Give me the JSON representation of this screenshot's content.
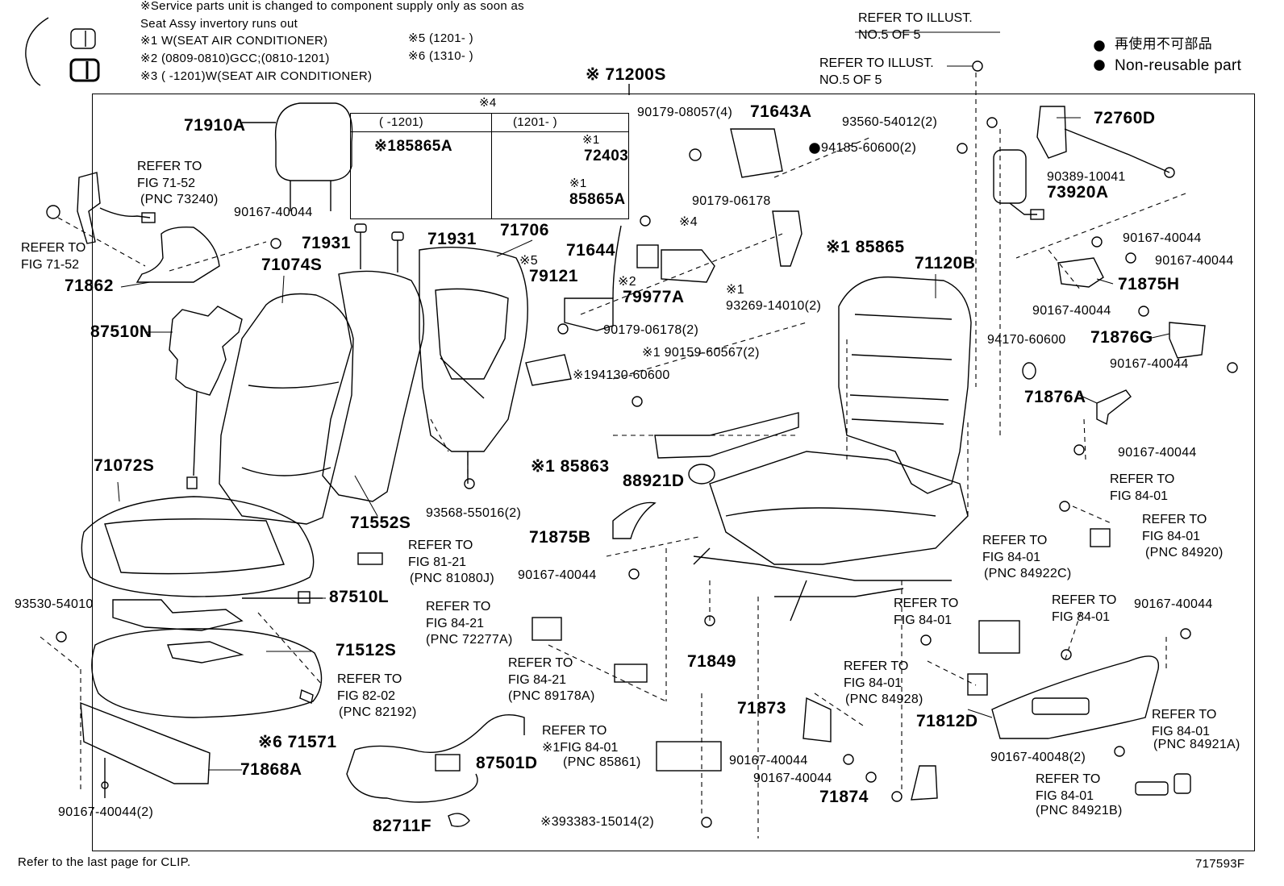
{
  "header": {
    "notes": [
      "※Service parts unit is changed to component supply only as soon as",
      "Seat Assy invertory runs out",
      "※1 W(SEAT AIR CONDITIONER)",
      "※2 (0809-0810)GCC;(0810-1201)",
      "※3 (      -1201)W(SEAT AIR CONDITIONER)"
    ],
    "notes_right": [
      "※5 (1201-      )",
      "※6 (1310-      )"
    ],
    "assembly": "※ 71200S",
    "refer_top": [
      "REFER TO ILLUST.\nNO.5 OF 5",
      "REFER TO ILLUST.\nNO.5 OF 5"
    ],
    "legend": [
      "再使用不可部品",
      "Non-reusable part"
    ]
  },
  "subbox": {
    "group": "※4",
    "col1": "(     -1201)",
    "col2": "(1201-      )",
    "part_a": "※185865A",
    "part_b": "72403",
    "part_b_mark": "※1",
    "part_c": "85865A",
    "part_c_mark": "※1"
  },
  "labels": [
    {
      "k": "p1",
      "text": "71910A",
      "cls": "pn"
    },
    {
      "k": "p2",
      "text": "REFER TO\nFIG 71-52",
      "cls": "ref"
    },
    {
      "k": "p3",
      "text": "(PNC 73240)",
      "cls": "pns"
    },
    {
      "k": "p4",
      "text": "90167-40044",
      "cls": "pns"
    },
    {
      "k": "p5",
      "text": "REFER TO\nFIG 71-52",
      "cls": "ref"
    },
    {
      "k": "p6",
      "text": "71074S",
      "cls": "pn"
    },
    {
      "k": "p7",
      "text": "71931",
      "cls": "pn"
    },
    {
      "k": "p8",
      "text": "71931",
      "cls": "pn"
    },
    {
      "k": "p9",
      "text": "71706",
      "cls": "pn"
    },
    {
      "k": "p10",
      "text": "71862",
      "cls": "pn"
    },
    {
      "k": "p11",
      "text": "※5",
      "cls": "pns"
    },
    {
      "k": "p12",
      "text": "79121",
      "cls": "pn"
    },
    {
      "k": "p13",
      "text": "87510N",
      "cls": "pn"
    },
    {
      "k": "p14",
      "text": "71072S",
      "cls": "pn"
    },
    {
      "k": "p15",
      "text": "71552S",
      "cls": "pn"
    },
    {
      "k": "p16",
      "text": "93568-55016(2)",
      "cls": "pns"
    },
    {
      "k": "p17",
      "text": "REFER TO\nFIG 81-21",
      "cls": "ref"
    },
    {
      "k": "p18",
      "text": "(PNC 81080J)",
      "cls": "pns"
    },
    {
      "k": "p19",
      "text": "93530-54010",
      "cls": "pns"
    },
    {
      "k": "p20",
      "text": "87510L",
      "cls": "pn"
    },
    {
      "k": "p21",
      "text": "REFER TO\nFIG 84-21",
      "cls": "ref"
    },
    {
      "k": "p22",
      "text": "(PNC 72277A)",
      "cls": "pns"
    },
    {
      "k": "p23",
      "text": "71512S",
      "cls": "pn"
    },
    {
      "k": "p24",
      "text": "REFER TO\nFIG 84-21",
      "cls": "ref"
    },
    {
      "k": "p25",
      "text": "(PNC 89178A)",
      "cls": "pns"
    },
    {
      "k": "p26",
      "text": "REFER TO\nFIG 82-02",
      "cls": "ref"
    },
    {
      "k": "p27",
      "text": "(PNC 82192)",
      "cls": "pns"
    },
    {
      "k": "p28",
      "text": "※6 71571",
      "cls": "pn"
    },
    {
      "k": "p29",
      "text": "71868A",
      "cls": "pn"
    },
    {
      "k": "p30",
      "text": "87501D",
      "cls": "pn"
    },
    {
      "k": "p31",
      "text": "REFER TO\n※1FIG 84-01",
      "cls": "ref"
    },
    {
      "k": "p32",
      "text": "(PNC 85861)",
      "cls": "pns"
    },
    {
      "k": "p33",
      "text": "90167-40044(2)",
      "cls": "pns"
    },
    {
      "k": "p34",
      "text": "82711F",
      "cls": "pn"
    },
    {
      "k": "p35",
      "text": "※393383-15014(2)",
      "cls": "pns"
    },
    {
      "k": "p36",
      "text": "90179-08057(4)",
      "cls": "pns"
    },
    {
      "k": "p37",
      "text": "71643A",
      "cls": "pn"
    },
    {
      "k": "p38",
      "text": "90179-06178",
      "cls": "pns"
    },
    {
      "k": "p39",
      "text": "※4",
      "cls": "pns"
    },
    {
      "k": "p40",
      "text": "71644",
      "cls": "pn"
    },
    {
      "k": "p41",
      "text": "※2",
      "cls": "pns"
    },
    {
      "k": "p42",
      "text": "79977A",
      "cls": "pn"
    },
    {
      "k": "p43",
      "text": "※1",
      "cls": "pns"
    },
    {
      "k": "p44",
      "text": "93269-14010(2)",
      "cls": "pns"
    },
    {
      "k": "p45",
      "text": "90179-06178(2)",
      "cls": "pns"
    },
    {
      "k": "p46",
      "text": "※1 90159-60567(2)",
      "cls": "pns"
    },
    {
      "k": "p47",
      "text": "※194130-60600",
      "cls": "pns"
    },
    {
      "k": "p48",
      "text": "※1 85863",
      "cls": "pn"
    },
    {
      "k": "p49",
      "text": "88921D",
      "cls": "pn"
    },
    {
      "k": "p50",
      "text": "71875B",
      "cls": "pn"
    },
    {
      "k": "p51",
      "text": "90167-40044",
      "cls": "pns"
    },
    {
      "k": "p52",
      "text": "71849",
      "cls": "pn"
    },
    {
      "k": "p53",
      "text": "※1 85865",
      "cls": "pn"
    },
    {
      "k": "p54",
      "text": "71120B",
      "cls": "pn"
    },
    {
      "k": "p55",
      "text": "93560-54012(2)",
      "cls": "pns"
    },
    {
      "k": "p56",
      "text": "94185-60600(2)",
      "cls": "pns"
    },
    {
      "k": "p57",
      "text": "72760D",
      "cls": "pn"
    },
    {
      "k": "p58",
      "text": "90389-10041",
      "cls": "pns"
    },
    {
      "k": "p59",
      "text": "73920A",
      "cls": "pn"
    },
    {
      "k": "p60",
      "text": "90167-40044",
      "cls": "pns"
    },
    {
      "k": "p61",
      "text": "90167-40044",
      "cls": "pns"
    },
    {
      "k": "p62",
      "text": "71875H",
      "cls": "pn"
    },
    {
      "k": "p63",
      "text": "90167-40044",
      "cls": "pns"
    },
    {
      "k": "p64",
      "text": "71876G",
      "cls": "pn"
    },
    {
      "k": "p65",
      "text": "94170-60600",
      "cls": "pns"
    },
    {
      "k": "p66",
      "text": "90167-40044",
      "cls": "pns"
    },
    {
      "k": "p67",
      "text": "71876A",
      "cls": "pn"
    },
    {
      "k": "p68",
      "text": "90167-40044",
      "cls": "pns"
    },
    {
      "k": "p69",
      "text": "REFER TO\nFIG 84-01",
      "cls": "ref"
    },
    {
      "k": "p70",
      "text": "REFER TO\nFIG 84-01",
      "cls": "ref"
    },
    {
      "k": "p71",
      "text": "(PNC 84920)",
      "cls": "pns"
    },
    {
      "k": "p72",
      "text": "REFER TO\nFIG 84-01",
      "cls": "ref"
    },
    {
      "k": "p73",
      "text": "(PNC 84922C)",
      "cls": "pns"
    },
    {
      "k": "p74",
      "text": "REFER TO\nFIG 84-01",
      "cls": "ref"
    },
    {
      "k": "p75",
      "text": "REFER TO\nFIG 84-01",
      "cls": "ref"
    },
    {
      "k": "p76",
      "text": "90167-40044",
      "cls": "pns"
    },
    {
      "k": "p77",
      "text": "REFER TO\nFIG 84-01",
      "cls": "ref"
    },
    {
      "k": "p78",
      "text": "(PNC 84928)",
      "cls": "pns"
    },
    {
      "k": "p79",
      "text": "71873",
      "cls": "pn"
    },
    {
      "k": "p80",
      "text": "71812D",
      "cls": "pn"
    },
    {
      "k": "p81",
      "text": "REFER TO\nFIG 84-01",
      "cls": "ref"
    },
    {
      "k": "p82",
      "text": "(PNC 84921A)",
      "cls": "pns"
    },
    {
      "k": "p83",
      "text": "90167-40044",
      "cls": "pns"
    },
    {
      "k": "p84",
      "text": "90167-40044",
      "cls": "pns"
    },
    {
      "k": "p85",
      "text": "90167-40048(2)",
      "cls": "pns"
    },
    {
      "k": "p86",
      "text": "71874",
      "cls": "pn"
    },
    {
      "k": "p87",
      "text": "REFER TO\nFIG 84-01",
      "cls": "ref"
    },
    {
      "k": "p88",
      "text": "(PNC 84921B)",
      "cls": "pns"
    }
  ],
  "footer": {
    "left": "Refer to the last page for CLIP.",
    "right": "717593F"
  }
}
